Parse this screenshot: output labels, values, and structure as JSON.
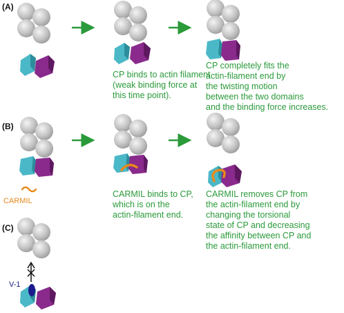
{
  "panels": {
    "a": {
      "label": "(A)",
      "captions": [
        [
          "CP binds to actin filament",
          " (weak binding force at",
          "this time point)."
        ],
        [
          "CP completely fits the",
          "actin-filament end by",
          "the twisting motion",
          "between the two domains",
          "and the binding force increases."
        ]
      ]
    },
    "b": {
      "label": "(B)",
      "carmil_label": "CARMIL",
      "captions": [
        [
          "CARMIL binds to CP,",
          " which is on the",
          "actin-filament end."
        ],
        [
          "CARMIL removes CP from",
          "the actin-filament end by",
          "changing the torsional",
          "state of CP and decreasing",
          "the affinity between CP and",
          "the actin-filament end."
        ]
      ]
    },
    "c": {
      "label": "(C)",
      "v1_label": "V-1"
    }
  },
  "colors": {
    "actin": "#c8c8c8",
    "cp_cyan": "#4bb8c8",
    "cp_purple": "#8a2a8c",
    "arrow_green": "#2a9a3a",
    "carmil_orange": "#e8891b",
    "v1_navy": "#1a1a8c"
  }
}
